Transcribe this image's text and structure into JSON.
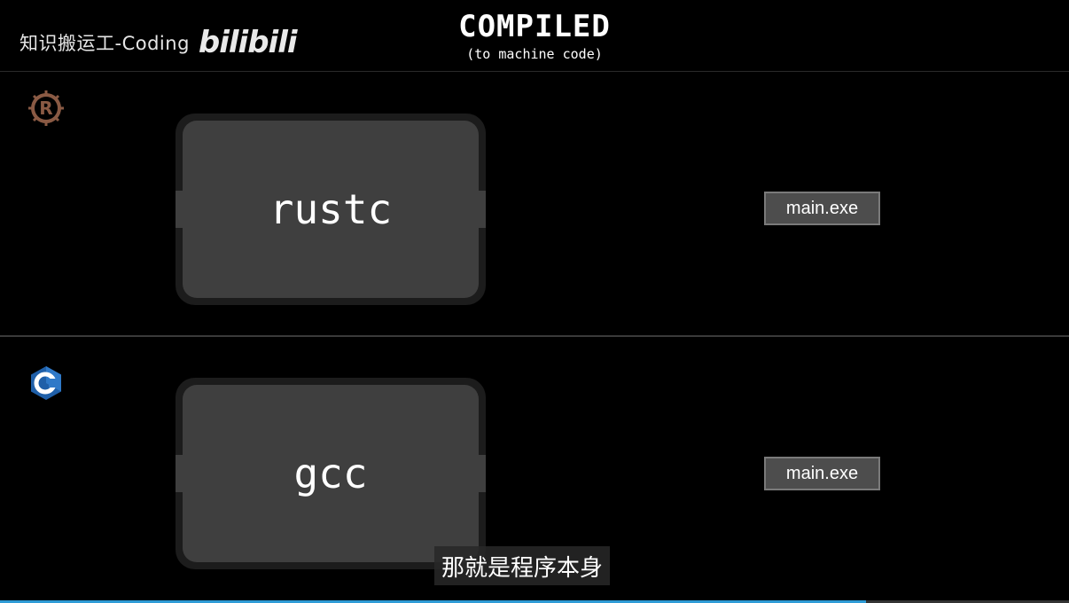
{
  "watermark": {
    "text": "知识搬运工-Coding",
    "logo": "bilibili"
  },
  "title": {
    "main": "COMPILED",
    "sub": "(to machine code)"
  },
  "rows": [
    {
      "icon": "rust-logo-icon",
      "compiler": "rustc",
      "output": "main.exe"
    },
    {
      "icon": "cpp-logo-icon",
      "compiler": "gcc",
      "output": "main.exe"
    }
  ],
  "subtitle": "那就是程序本身",
  "progress": 0.81,
  "colors": {
    "background": "#000000",
    "compiler_box": "#3f3f3f",
    "file_box": "#4d4d4d",
    "progress": "#2e9bd6"
  }
}
